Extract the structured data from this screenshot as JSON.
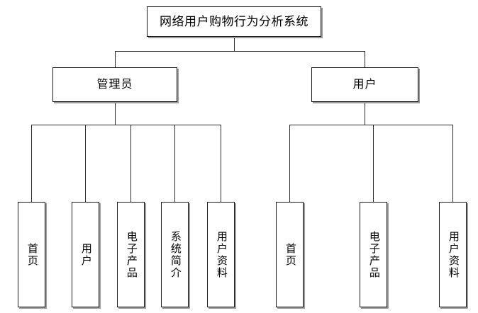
{
  "diagram": {
    "type": "tree-hierarchy",
    "title": "网络用户购物行为分析系统",
    "root": {
      "label": "网络用户购物行为分析系统"
    },
    "level2": [
      {
        "label": "管理员"
      },
      {
        "label": "用户"
      }
    ],
    "admin_children": [
      {
        "label": "首页"
      },
      {
        "label": "用户"
      },
      {
        "label": "电子产品"
      },
      {
        "label": "系统简介"
      },
      {
        "label": "用户资料"
      }
    ],
    "user_children": [
      {
        "label": "首页"
      },
      {
        "label": "电子产品"
      },
      {
        "label": "用户资料"
      }
    ],
    "colors": {
      "stroke": "#1a1a1a",
      "connector": "#2a2a2a",
      "background": "#ffffff",
      "text": "#000000",
      "shadow": "#9a9a9a"
    }
  }
}
